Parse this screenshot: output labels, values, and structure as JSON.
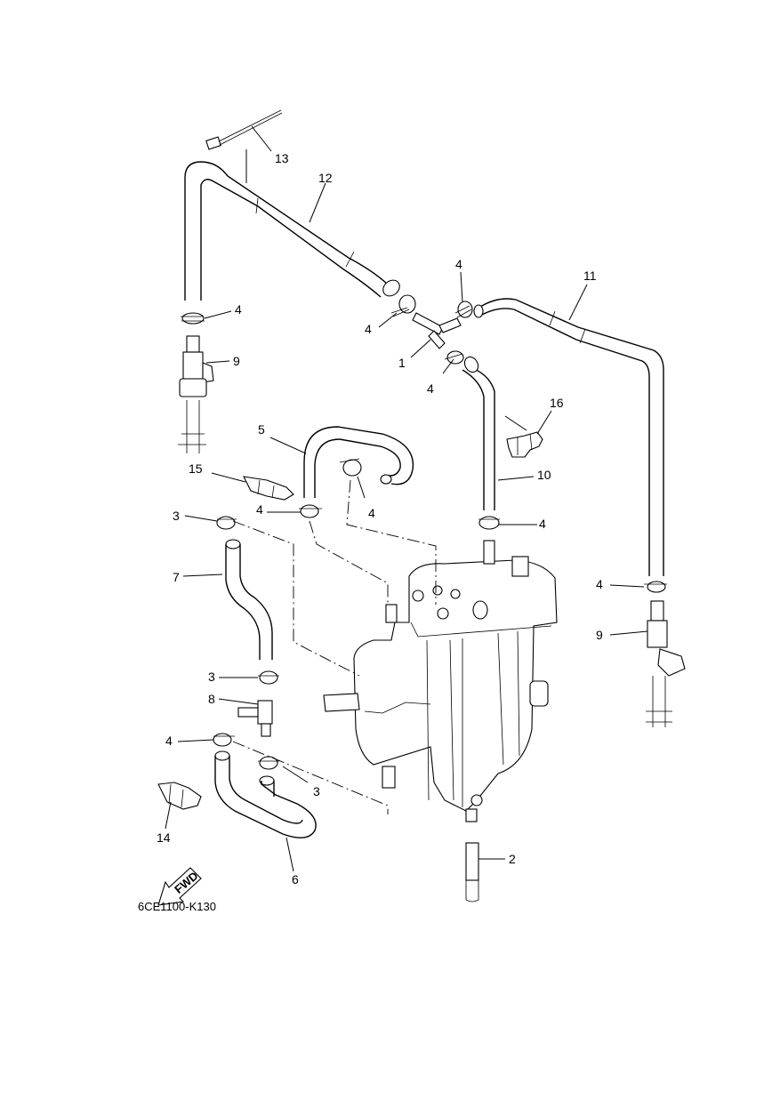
{
  "diagram": {
    "part_code": "6CE1100-K130",
    "direction_marker": "FWD",
    "callouts": [
      "13",
      "12",
      "4",
      "9",
      "4",
      "4",
      "1",
      "4",
      "11",
      "16",
      "5",
      "15",
      "10",
      "3",
      "4",
      "4",
      "4",
      "7",
      "4",
      "9",
      "3",
      "8",
      "4",
      "3",
      "14",
      "6",
      "2"
    ]
  }
}
